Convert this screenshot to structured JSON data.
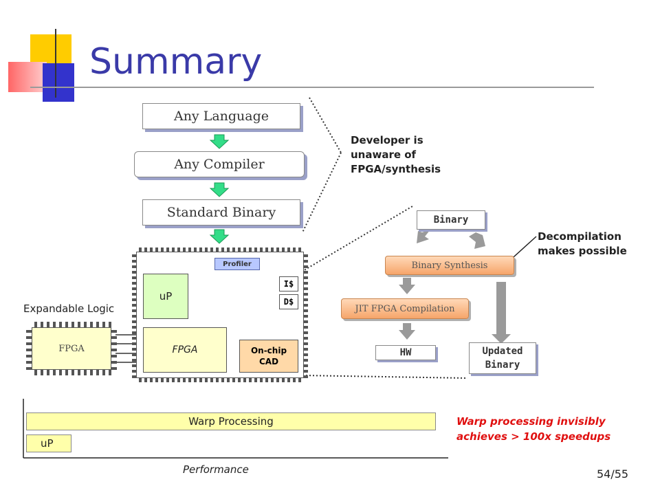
{
  "title": "Summary",
  "flow": {
    "any_language": "Any Language",
    "any_compiler": "Any Compiler",
    "standard_binary": "Standard Binary"
  },
  "developer_note": [
    "Developer is",
    "unaware of",
    "FPGA/synthesis"
  ],
  "chip": {
    "profiler": "Profiler",
    "up": "uP",
    "icache": "I$",
    "dcache": "D$",
    "fpga": "FPGA",
    "cad": [
      "On-chip",
      "CAD"
    ]
  },
  "expandable": {
    "label": "Expandable Logic",
    "fpga": "FPGA"
  },
  "synthesis": {
    "binary": "Binary",
    "binary_synthesis": "Binary Synthesis",
    "jit": "JIT FPGA Compilation",
    "hw": "HW",
    "updated_binary": [
      "Updated",
      "Binary"
    ]
  },
  "decompilation_note": [
    "Decompilation",
    "makes possible"
  ],
  "performance": {
    "warp_label": "Warp Processing",
    "up_label": "uP",
    "axis_label": "Performance",
    "warp_value": 1.0,
    "up_value": 0.11
  },
  "speedup_note": [
    "Warp processing invisibly",
    "achieves > 100x speedups"
  ],
  "page_number": "54/55",
  "colors": {
    "title": "#3a3aa8",
    "arrow_green": "#33dd88",
    "speed_text": "#e01010"
  }
}
